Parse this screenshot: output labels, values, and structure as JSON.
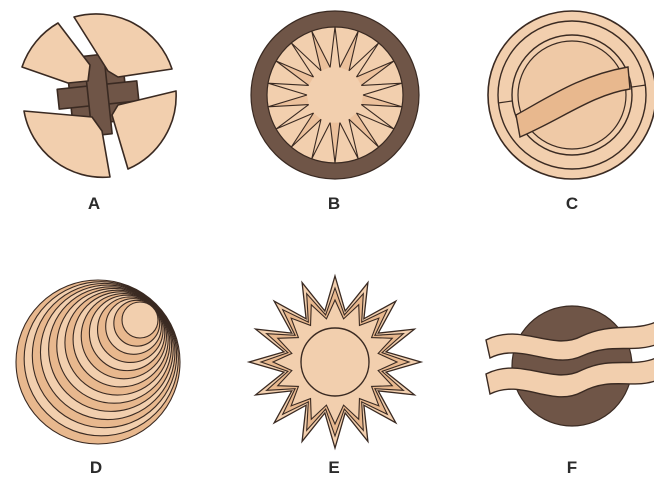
{
  "figures": [
    {
      "id": "A",
      "label": "A",
      "shape": "quartered-circle-with-dark-cross"
    },
    {
      "id": "B",
      "label": "B",
      "shape": "ring-with-radial-segments"
    },
    {
      "id": "C",
      "label": "C",
      "shape": "concentric-rings-with-wave-band"
    },
    {
      "id": "D",
      "label": "D",
      "shape": "nested-offset-circles"
    },
    {
      "id": "E",
      "label": "E",
      "shape": "spiky-starburst-with-core"
    },
    {
      "id": "F",
      "label": "F",
      "shape": "dark-circle-with-wave-ribbons"
    }
  ],
  "colors": {
    "light": "#f2cfae",
    "mid": "#e8b88e",
    "dark": "#6f5547",
    "outline": "#3a2a22",
    "label": "#2b2b2b",
    "background": "#ffffff"
  }
}
